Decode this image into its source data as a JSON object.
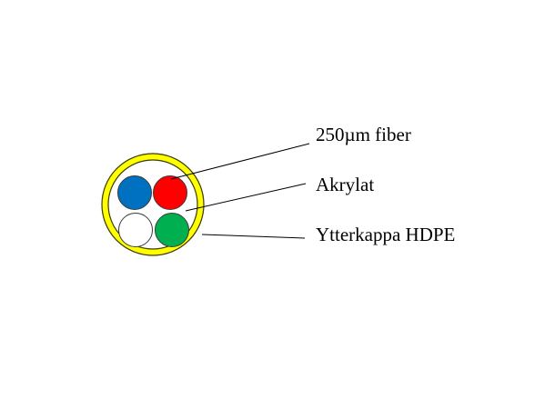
{
  "labels": {
    "fiber": "250µm fiber",
    "coating": "Akrylat",
    "jacket": "Ytterkappa HDPE"
  },
  "colors": {
    "jacket": "#ffff00",
    "jacket_outline": "#3a3a00",
    "filler": "#ffffff",
    "fiber_blue": "#0070c0",
    "fiber_red": "#ff0000",
    "fiber_white": "#ffffff",
    "fiber_green": "#00b050",
    "leader_line": "#000000"
  },
  "fibers": [
    {
      "name": "blue-fiber",
      "color": "#0070c0"
    },
    {
      "name": "red-fiber",
      "color": "#ff0000"
    },
    {
      "name": "white-fiber",
      "color": "#ffffff"
    },
    {
      "name": "green-fiber",
      "color": "#00b050"
    }
  ]
}
